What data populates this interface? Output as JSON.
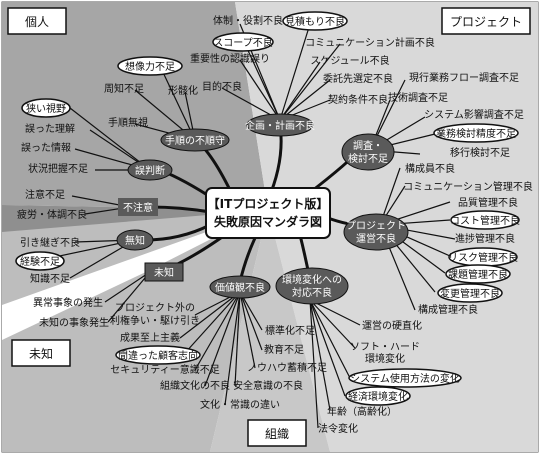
{
  "quadrants": {
    "top_left": "個人",
    "top_right": "プロジェクト",
    "bottom_left": "未知",
    "bottom_center": "組織"
  },
  "center": {
    "line1": "【ITプロジェクト版】",
    "line2": "失敗原因マンダラ図"
  },
  "hubs": {
    "planning": "企画・計画不良",
    "survey_line1": "調査・",
    "survey_line2": "検討不足",
    "pm_line1": "プロジェクト",
    "pm_line2": "運営不良",
    "env_line1": "環境変化への",
    "env_line2": "対応不良",
    "values": "価値観不良",
    "unknown": "未知",
    "ignorance": "無知",
    "carelessness": "不注意",
    "misjudgment": "誤判断",
    "procedure": "手順の不順守"
  },
  "leaves": {
    "planning": [
      "体制・役割不良",
      "見積もり不良",
      "スコープ不良",
      "コミュニケーション計画不良",
      "重要性の認識誤り",
      "スケジュール不良",
      "目的不良",
      "委託先選定不良",
      "契約条件不良"
    ],
    "survey": [
      "現行業務フロー調査不足",
      "技術調査不足",
      "システム影響調査不足",
      "業務検討精度不足",
      "移行検討不足"
    ],
    "pm": [
      "構成員不良",
      "コミュニケーション管理不良",
      "品質管理不良",
      "コスト管理不良",
      "進捗管理不良",
      "リスク管理不良",
      "課題管理不良",
      "変更管理不良",
      "構成管理不良"
    ],
    "env": [
      "運営の硬直化",
      "ソフト・ハード",
      "環境変化",
      "システム使用方法の変化",
      "経済環境変化",
      "年齢（高齢化）",
      "法令変化"
    ],
    "values": [
      "標準化不足",
      "教育不足",
      "ノウハウ蓄積不足",
      "安全意識の不良",
      "文化・常識の違い",
      "組織文化の不良",
      "セキュリティー意識不足",
      "間違った顧客志向",
      "成果至上主義",
      "プロジェクト外の",
      "利権争い・駆け引き"
    ],
    "unknown": [
      "異常事象の発生",
      "未知の事象発生"
    ],
    "ignorance": [
      "引き継ぎ不良",
      "経験不足",
      "知識不足"
    ],
    "carelessness": [
      "注意不足",
      "疲労・体調不良"
    ],
    "misjudgment": [
      "誤った理解",
      "誤った情報",
      "状況把握不足",
      "狭い視野"
    ],
    "procedure": [
      "想像力不足",
      "周知不足",
      "形骸化",
      "手順無視"
    ]
  }
}
